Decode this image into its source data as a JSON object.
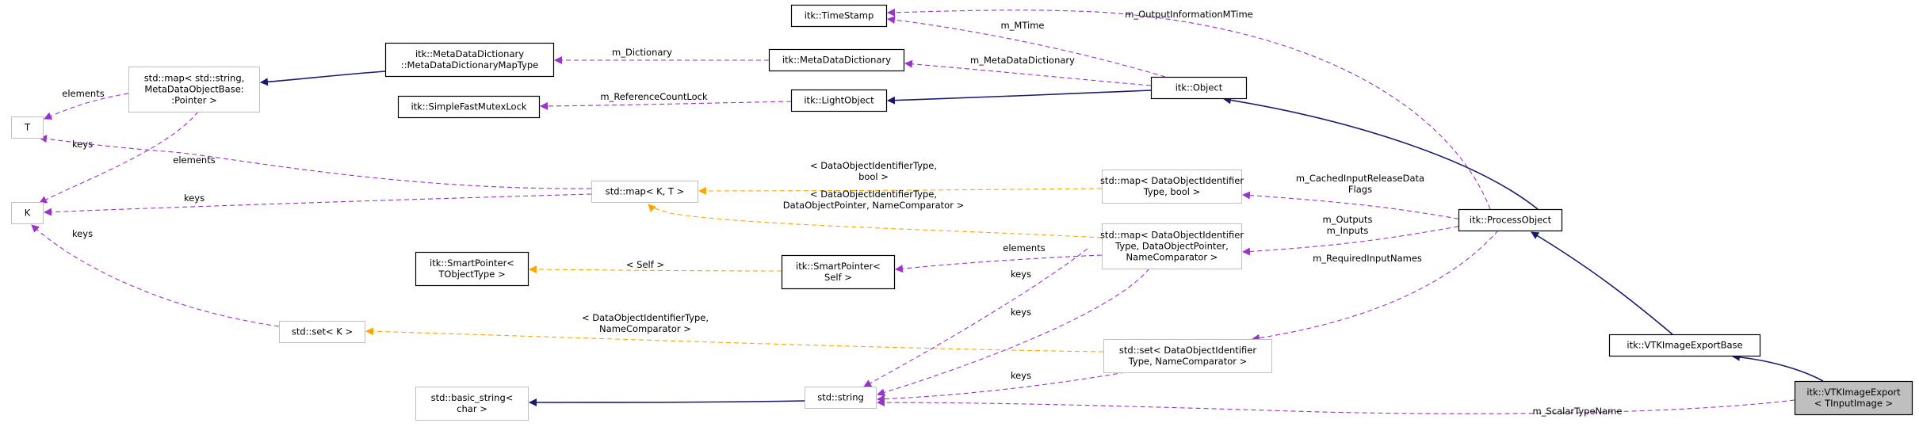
{
  "colors": {
    "inherit": "#191970",
    "member": "#9a32cd",
    "template": "#ffa500",
    "node_border": "#000000",
    "node_border_template": "#bfbfbf",
    "node_fill": "#ffffff",
    "highlight_fill": "#bfbfbf",
    "text": "#000000"
  },
  "nodes": [
    {
      "id": "T",
      "lines": [
        "T"
      ],
      "style": "gray"
    },
    {
      "id": "K",
      "lines": [
        "K"
      ],
      "style": "gray"
    },
    {
      "id": "map_string",
      "lines": [
        "std::map< std::string,",
        "MetaDataObjectBase:",
        ":Pointer >"
      ],
      "style": "gray"
    },
    {
      "id": "mdd_maptype",
      "lines": [
        "itk::MetaDataDictionary",
        "::MetaDataDictionaryMapType"
      ],
      "style": "normal"
    },
    {
      "id": "timestamp",
      "lines": [
        "itk::TimeStamp"
      ],
      "style": "normal"
    },
    {
      "id": "mdd",
      "lines": [
        "itk::MetaDataDictionary"
      ],
      "style": "normal"
    },
    {
      "id": "lightobject",
      "lines": [
        "itk::LightObject"
      ],
      "style": "normal"
    },
    {
      "id": "fastmutex",
      "lines": [
        "itk::SimpleFastMutexLock"
      ],
      "style": "normal"
    },
    {
      "id": "object",
      "lines": [
        "itk::Object"
      ],
      "style": "normal"
    },
    {
      "id": "map_KT",
      "lines": [
        "std::map< K, T >"
      ],
      "style": "gray"
    },
    {
      "id": "map_bool",
      "lines": [
        "std::map< DataObjectIdentifier",
        "Type, bool >"
      ],
      "style": "gray"
    },
    {
      "id": "map_dop",
      "lines": [
        "std::map< DataObjectIdentifier",
        "Type, DataObjectPointer,",
        "NameComparator >"
      ],
      "style": "gray"
    },
    {
      "id": "processobject",
      "lines": [
        "itk::ProcessObject"
      ],
      "style": "normal"
    },
    {
      "id": "sp_tobject",
      "lines": [
        "itk::SmartPointer<",
        "TObjectType >"
      ],
      "style": "normal"
    },
    {
      "id": "sp_self",
      "lines": [
        "itk::SmartPointer<",
        "Self >"
      ],
      "style": "normal"
    },
    {
      "id": "set_K",
      "lines": [
        "std::set< K >"
      ],
      "style": "gray"
    },
    {
      "id": "set_doi",
      "lines": [
        "std::set< DataObjectIdentifier",
        "Type, NameComparator >"
      ],
      "style": "gray"
    },
    {
      "id": "basic_string",
      "lines": [
        "std::basic_string<",
        "char >"
      ],
      "style": "gray"
    },
    {
      "id": "string",
      "lines": [
        "std::string"
      ],
      "style": "gray"
    },
    {
      "id": "vtkexportbase",
      "lines": [
        "itk::VTKImageExportBase"
      ],
      "style": "normal"
    },
    {
      "id": "vtkexport",
      "lines": [
        "itk::VTKImageExport",
        "< TInputImage >"
      ],
      "style": "highlight"
    }
  ],
  "edges": [
    {
      "from": "mdd_maptype",
      "to": "map_string",
      "kind": "inherit",
      "label": []
    },
    {
      "from": "object",
      "to": "lightobject",
      "kind": "inherit",
      "label": []
    },
    {
      "from": "processobject",
      "to": "object",
      "kind": "inherit",
      "label": []
    },
    {
      "from": "vtkexportbase",
      "to": "processobject",
      "kind": "inherit",
      "label": []
    },
    {
      "from": "vtkexport",
      "to": "vtkexportbase",
      "kind": "inherit",
      "label": []
    },
    {
      "from": "string",
      "to": "basic_string",
      "kind": "inherit",
      "label": []
    },
    {
      "from": "map_string",
      "to": "T",
      "kind": "member",
      "label": [
        "elements"
      ]
    },
    {
      "from": "map_string",
      "to": "K",
      "kind": "member",
      "label": [
        "keys"
      ]
    },
    {
      "from": "mdd",
      "to": "mdd_maptype",
      "kind": "member",
      "label": [
        "m_Dictionary"
      ]
    },
    {
      "from": "object",
      "to": "timestamp",
      "kind": "member",
      "label": [
        "m_MTime"
      ]
    },
    {
      "from": "processobject",
      "to": "timestamp",
      "kind": "member",
      "label": [
        "m_OutputInformationMTime"
      ]
    },
    {
      "from": "object",
      "to": "mdd",
      "kind": "member",
      "label": [
        "m_MetaDataDictionary"
      ]
    },
    {
      "from": "lightobject",
      "to": "fastmutex",
      "kind": "member",
      "label": [
        "m_ReferenceCountLock"
      ]
    },
    {
      "from": "map_KT",
      "to": "T",
      "kind": "member",
      "label": [
        "elements"
      ]
    },
    {
      "from": "map_KT",
      "to": "K",
      "kind": "member",
      "label": [
        "keys"
      ]
    },
    {
      "from": "set_K",
      "to": "K",
      "kind": "member",
      "label": [
        "keys"
      ]
    },
    {
      "from": "map_bool",
      "to": "map_KT",
      "kind": "template",
      "label": [
        "< DataObjectIdentifierType,",
        "bool >"
      ]
    },
    {
      "from": "map_dop",
      "to": "map_KT",
      "kind": "template",
      "label": [
        "< DataObjectIdentifierType,",
        "DataObjectPointer, NameComparator >"
      ]
    },
    {
      "from": "processobject",
      "to": "map_bool",
      "kind": "member",
      "label": [
        "m_CachedInputReleaseData",
        "Flags"
      ]
    },
    {
      "from": "processobject",
      "to": "map_dop",
      "kind": "member",
      "label": [
        "m_Outputs",
        "m_Inputs"
      ]
    },
    {
      "from": "map_dop",
      "to": "sp_self",
      "kind": "member",
      "label": [
        "elements"
      ]
    },
    {
      "from": "sp_self",
      "to": "sp_tobject",
      "kind": "template",
      "label": [
        "< Self >"
      ]
    },
    {
      "from": "set_doi",
      "to": "set_K",
      "kind": "template",
      "label": [
        "< DataObjectIdentifierType,",
        "NameComparator >"
      ]
    },
    {
      "from": "processobject",
      "to": "set_doi",
      "kind": "member",
      "label": [
        "m_RequiredInputNames"
      ]
    },
    {
      "from": "map_bool",
      "to": "string",
      "kind": "member",
      "label": [
        "keys"
      ]
    },
    {
      "from": "map_dop",
      "to": "string",
      "kind": "member",
      "label": [
        "keys"
      ]
    },
    {
      "from": "set_doi",
      "to": "string",
      "kind": "member",
      "label": [
        "keys"
      ]
    },
    {
      "from": "vtkexport",
      "to": "string",
      "kind": "member",
      "label": [
        "m_ScalarTypeName"
      ]
    }
  ]
}
